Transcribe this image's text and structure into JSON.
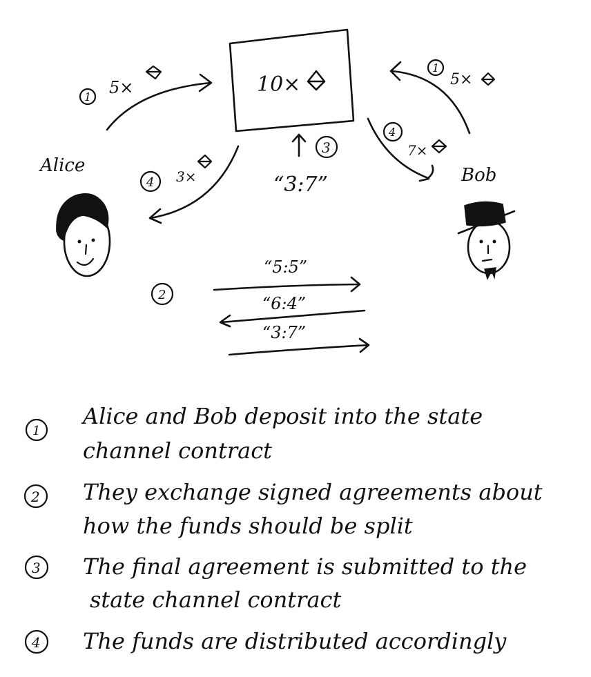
{
  "contract": {
    "amount": "10×",
    "icon": "ether-diamond-icon"
  },
  "participants": {
    "alice": {
      "name": "Alice"
    },
    "bob": {
      "name": "Bob"
    }
  },
  "flows": {
    "alice_deposit": {
      "step": "1",
      "amount": "5×"
    },
    "bob_deposit": {
      "step": "1",
      "amount": "5×"
    },
    "alice_payout": {
      "step": "4",
      "amount": "3×"
    },
    "bob_payout": {
      "step": "4",
      "amount": "7×"
    },
    "submission": {
      "step": "3",
      "label": "“3:7”"
    }
  },
  "exchange": {
    "step": "2",
    "messages": [
      "“5:5”",
      "“6:4”",
      "“3:7”"
    ]
  },
  "steps": [
    {
      "number": "1",
      "line1": "Alice and Bob deposit into the state",
      "line2": "channel contract"
    },
    {
      "number": "2",
      "line1": "They exchange signed agreements about",
      "line2": "how the funds should be split"
    },
    {
      "number": "3",
      "line1": "The final agreement is submitted to the",
      "line2": "state channel contract"
    },
    {
      "number": "4",
      "line1": "The funds are distributed accordingly",
      "line2": ""
    }
  ]
}
